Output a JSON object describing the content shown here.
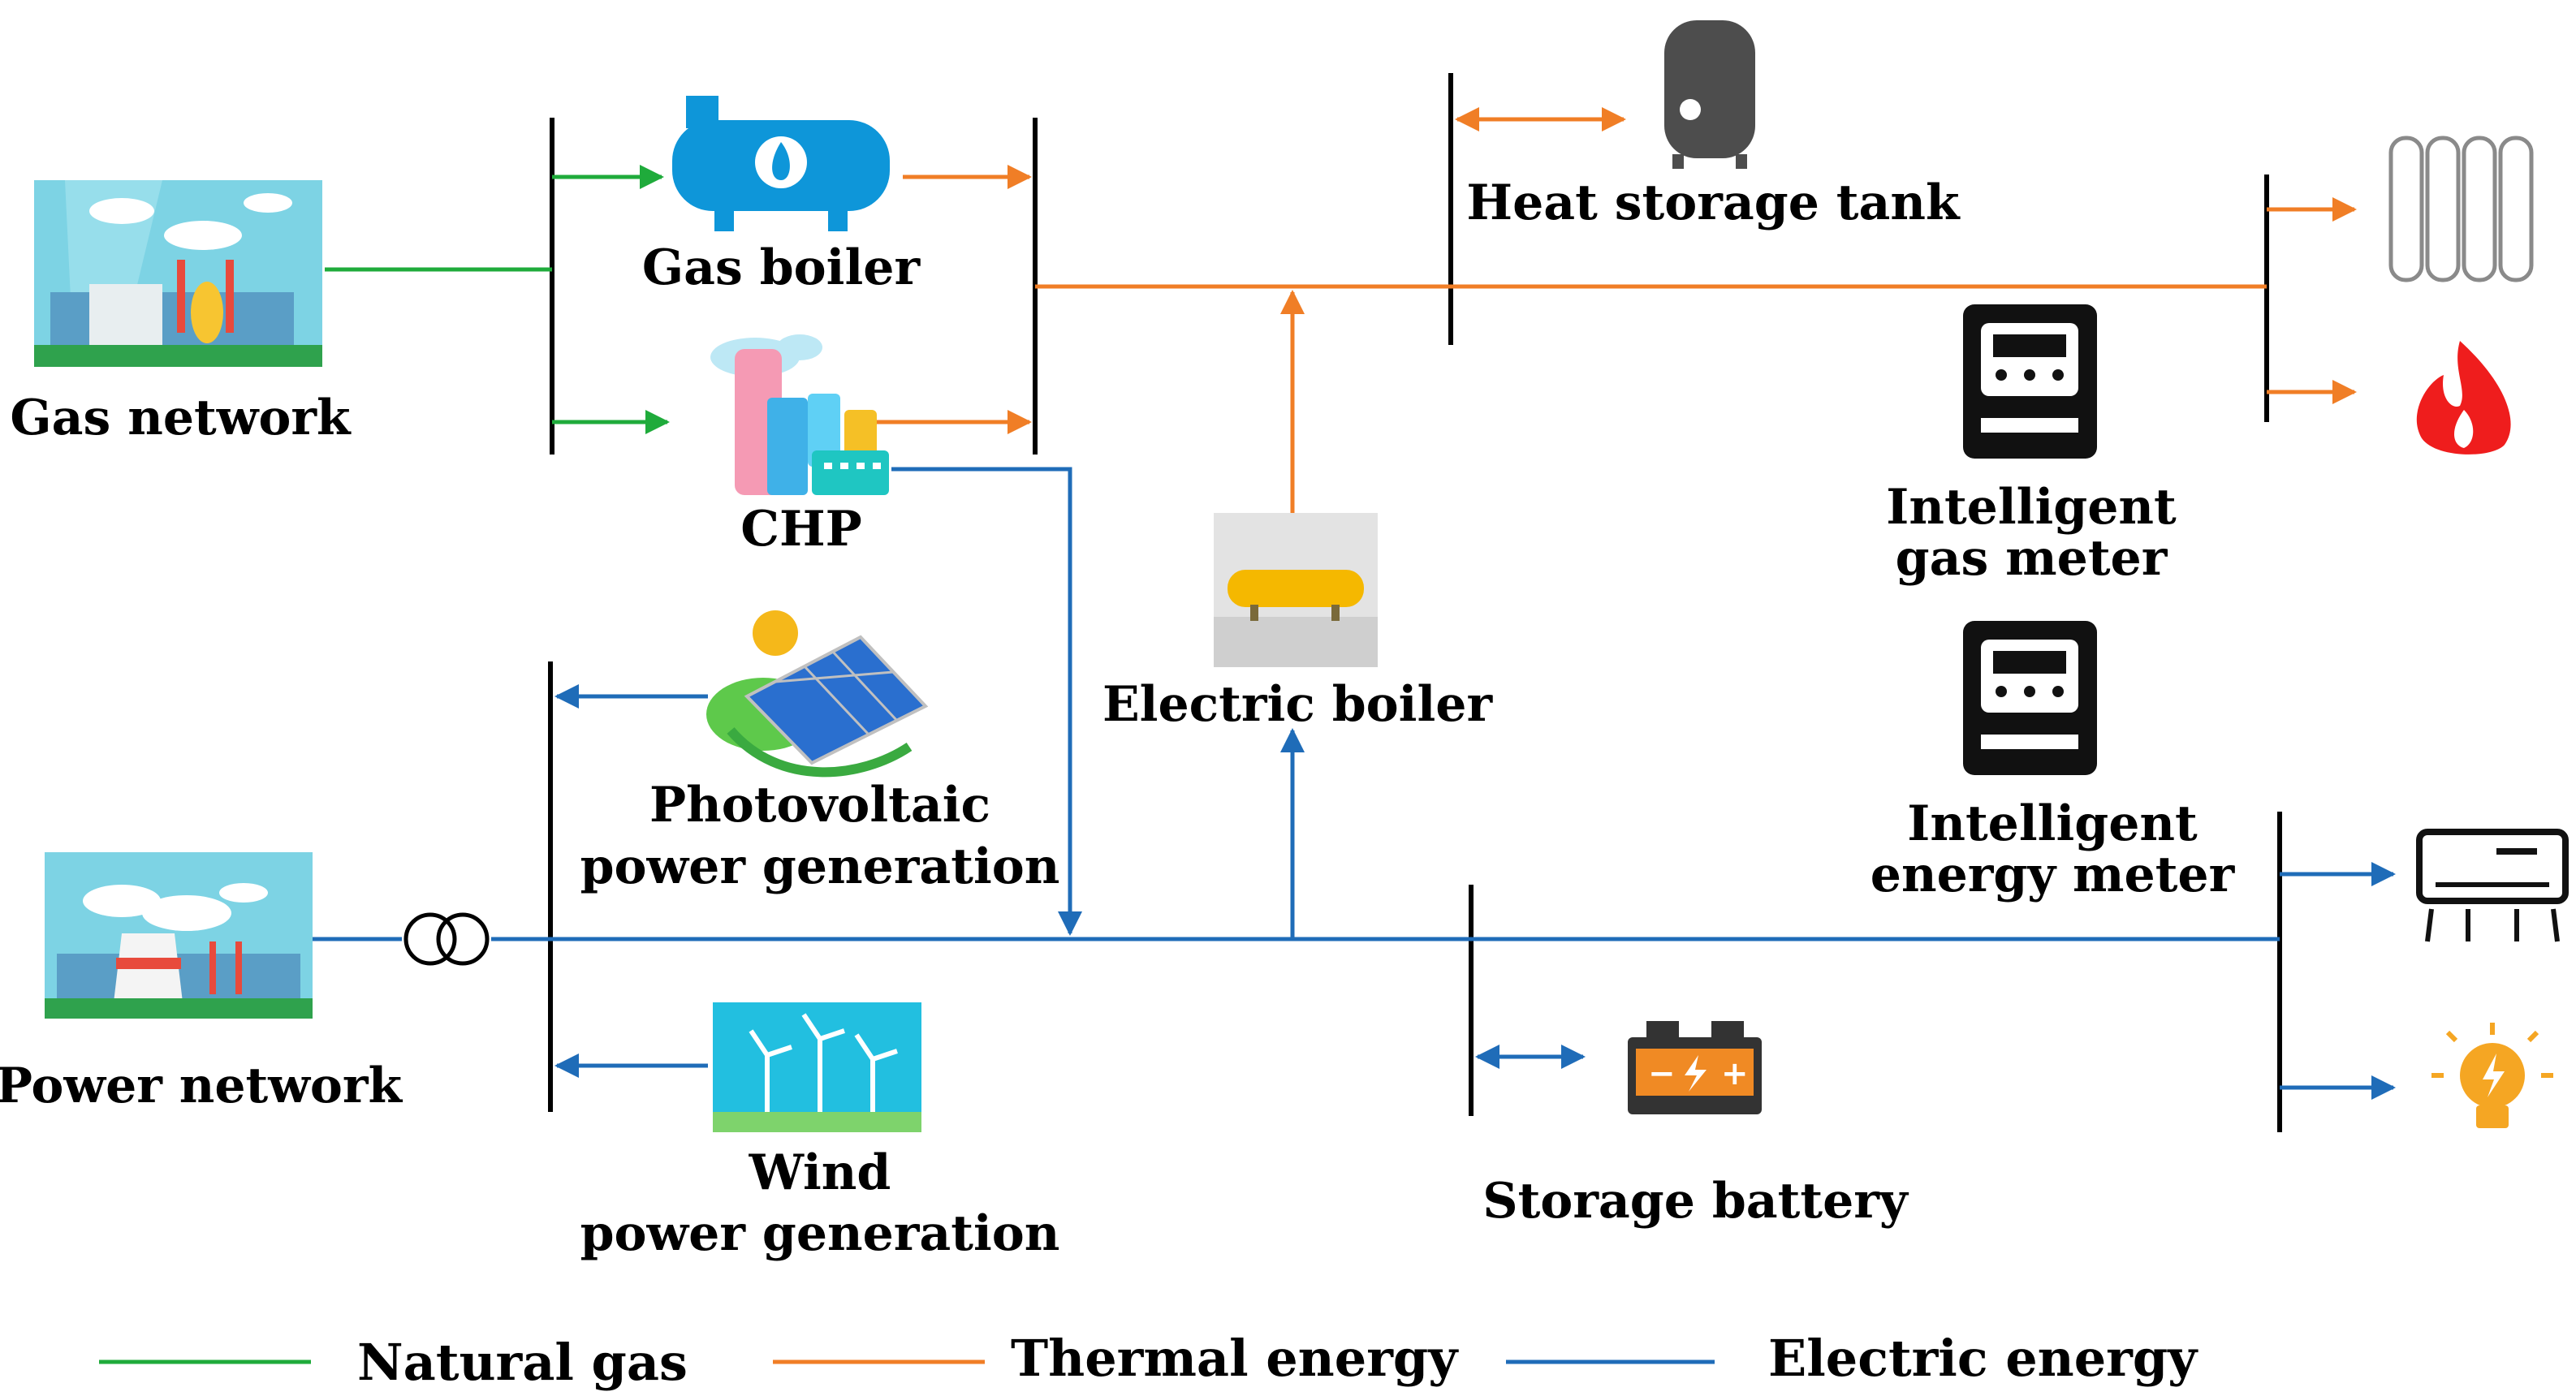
{
  "colors": {
    "natural_gas": "#1fab3b",
    "thermal": "#f07e26",
    "electric": "#1f6cb8",
    "bus": "#000000",
    "sky": "#7dd3e4"
  },
  "nodes": {
    "gas_network": "Gas network",
    "power_network": "Power network",
    "gas_boiler": "Gas boiler",
    "chp": "CHP",
    "photovoltaic": [
      "Photovoltaic",
      "power generation"
    ],
    "wind": [
      "Wind",
      "power generation"
    ],
    "electric_boiler": "Electric boiler",
    "heat_storage_tank": "Heat storage tank",
    "intelligent_gas_meter": [
      "Intelligent",
      "gas meter"
    ],
    "intelligent_energy_meter": [
      "Intelligent",
      "energy meter"
    ],
    "storage_battery": "Storage battery"
  },
  "icons": {
    "gas_network": "gas-plant-icon",
    "power_network": "power-plant-icon",
    "gas_boiler": "gas-boiler-icon",
    "chp": "chp-plant-icon",
    "photovoltaic": "solar-panel-icon",
    "wind": "wind-turbine-icon",
    "electric_boiler": "electric-boiler-icon",
    "heat_storage_tank": "heat-tank-icon",
    "gas_meter": "meter-icon",
    "energy_meter": "meter-icon",
    "storage_battery": "battery-icon",
    "transformer": "transformer-icon",
    "radiator": "radiator-icon",
    "flame": "flame-icon",
    "air_conditioner": "air-conditioner-icon",
    "light_bulb": "light-bulb-icon"
  },
  "legend": {
    "natural_gas": "Natural gas",
    "thermal_energy": "Thermal energy",
    "electric_energy": "Electric energy"
  }
}
